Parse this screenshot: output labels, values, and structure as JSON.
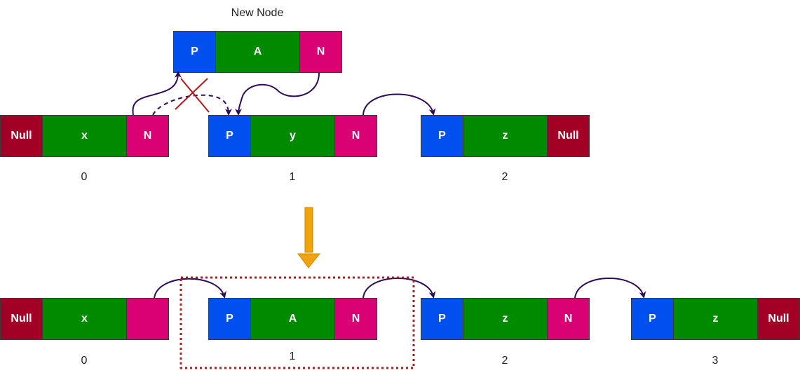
{
  "colors": {
    "prev": "#0050ef",
    "data": "#008a00",
    "next": "#d80073",
    "null": "#a20025",
    "arrow": "#2d0a5a",
    "down_arrow": "#f0a30a",
    "cross": "#b01818",
    "highlight_box": "#a52222"
  },
  "new_node": {
    "title": "New Node",
    "prev": "P",
    "data": "A",
    "next": "N"
  },
  "before": {
    "nodes": [
      {
        "prev": "Null",
        "data": "x",
        "next": "N",
        "index": "0"
      },
      {
        "prev": "P",
        "data": "y",
        "next": "N",
        "index": "1"
      },
      {
        "prev": "P",
        "data": "z",
        "next": "Null",
        "index": "2"
      }
    ]
  },
  "after": {
    "nodes": [
      {
        "prev": "Null",
        "data": "x",
        "next": "",
        "index": "0"
      },
      {
        "prev": "P",
        "data": "A",
        "next": "N",
        "index": "1"
      },
      {
        "prev": "P",
        "data": "z",
        "next": "N",
        "index": "2"
      },
      {
        "prev": "P",
        "data": "z",
        "next": "Null",
        "index": "3"
      }
    ]
  }
}
